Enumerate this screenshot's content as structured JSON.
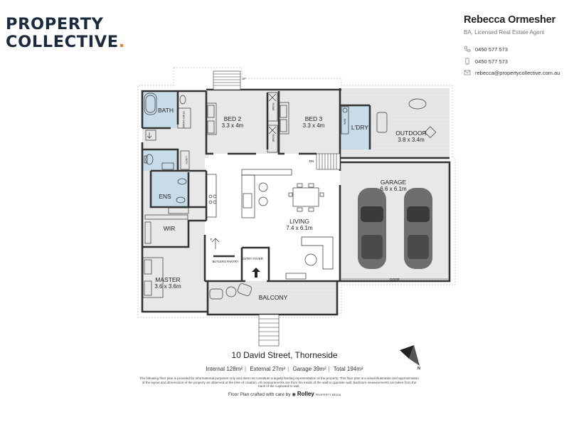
{
  "brand": {
    "line1": "PROPERTY",
    "line2": "COLLECTIVE",
    "dot": ".",
    "accent": "#e8823a",
    "color": "#1c2a3e"
  },
  "agent": {
    "name": "Rebecca Ormesher",
    "title": "BA, Licensed Real Estate Agent",
    "phone1": "0450 577 573",
    "phone2": "0450 577 573",
    "email": "rebecca@propertycollective.com.au",
    "icons": [
      "phone-icon",
      "mobile-icon",
      "email-icon"
    ]
  },
  "rooms": {
    "bath": "BATH",
    "study_nook": "STUDY NOOK",
    "bed2": {
      "name": "BED 2",
      "size": "3.3 x 4m"
    },
    "bed3": {
      "name": "BED 3",
      "size": "3.3 x 4m"
    },
    "robe1": "ROBE",
    "robe2": "ROBE",
    "wm": "W/M",
    "laundry": "L'DRY",
    "outdoor": {
      "name": "OUTDOOR",
      "size": "3.8 x 3.4m"
    },
    "linen": "LINEN",
    "ens": "ENS",
    "wir": "WIR",
    "living": {
      "name": "LIVING",
      "size": "7.4 x 6.1m"
    },
    "garage": {
      "name": "GARAGE",
      "size": "6.6 x 6.1m"
    },
    "master": {
      "name": "MASTER",
      "size": "3.6 x 3.6m"
    },
    "butlers_pantry": "BUTLERS PANTRY",
    "entry_foyer": "ENTRY FOYER",
    "balcony": "BALCONY",
    "fridge": "F",
    "dn": "DN",
    "door": "DOOR",
    "up": "UP"
  },
  "address": "10 David Street, Thorneside",
  "areas": [
    {
      "label": "Internal",
      "value": "128m²"
    },
    {
      "label": "External",
      "value": "27m²"
    },
    {
      "label": "Garage",
      "value": "39m²"
    },
    {
      "label": "Total",
      "value": "194m²"
    }
  ],
  "disclaimer": "The following floor plan is provided for informational purposes only and does not constitute a legally binding representation of the property. This floor plan is a visual illustration and approximation of the layout and dimensions of the property as observed at the time of creation. All measurements are from the inside of the wall to opposite wall. Bedroom measurements are taken from the back of the cupboard to wall.",
  "credit": {
    "text": "Floor Plan crafted with care by",
    "brand": "Rolley",
    "sub": "PROPERTY MEDIA"
  },
  "compass": {
    "label": "N"
  },
  "colors": {
    "wet_area": "#c8dbe8",
    "floor": "#e8e8e8",
    "wall": "#333333",
    "car": "#6e6e70"
  }
}
